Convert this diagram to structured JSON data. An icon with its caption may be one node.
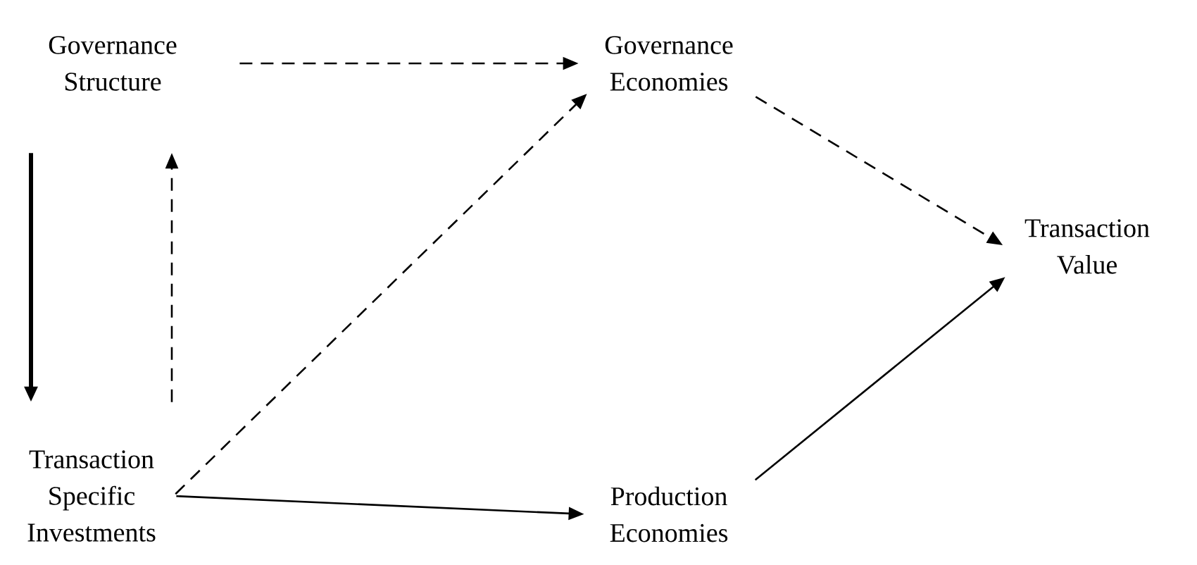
{
  "diagram": {
    "nodes": [
      {
        "text": [
          "Governance Structure"
        ]
      },
      {
        "text": [
          "Governance Economies"
        ]
      },
      {
        "text": [
          "Transaction Value"
        ]
      },
      {
        "text": [
          "Transaction Specific Investments"
        ]
      },
      {
        "text": [
          "Production Economies"
        ]
      }
    ],
    "edges": [
      {
        "from": 0,
        "to": 1,
        "arrow": "to",
        "style": "dashed"
      },
      {
        "from": 0,
        "to": 3,
        "arrow": "to",
        "style": "thick"
      },
      {
        "from": 3,
        "to": 0,
        "arrow": "to",
        "style": "dashed"
      },
      {
        "from": 3,
        "to": 1,
        "arrow": "to",
        "style": "dashed"
      },
      {
        "from": 3,
        "to": 4,
        "arrow": "to"
      },
      {
        "from": 1,
        "to": 2,
        "arrow": "to",
        "style": "dashed"
      },
      {
        "from": 4,
        "to": 2,
        "arrow": "to"
      }
    ]
  }
}
